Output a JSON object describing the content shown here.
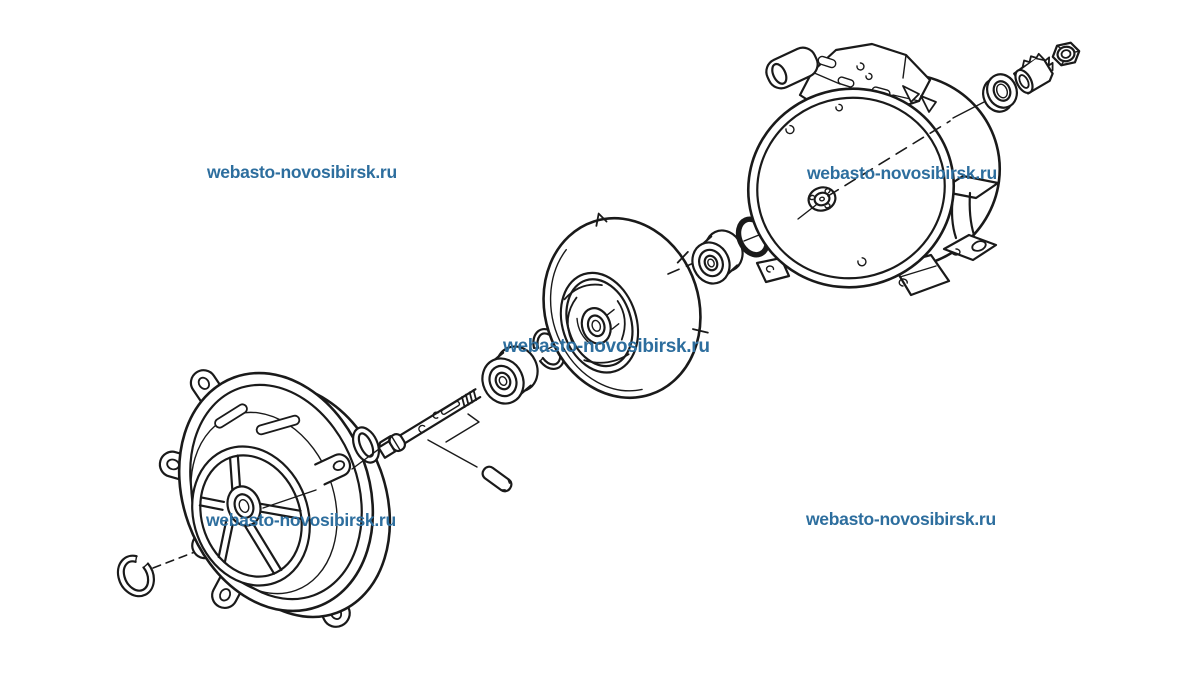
{
  "page": {
    "background_color": "#ffffff",
    "line_color": "#1a1a1a",
    "description": "Exploded-view technical line drawing of a blower motor assembly"
  },
  "watermark": {
    "text": "webasto-novosibirsk.ru",
    "color": "#2d6e9e",
    "instance_count": 5
  },
  "diagram": {
    "type": "exploded-parts-drawing",
    "parts": [
      "snap-ring",
      "bearing-bracket-cover",
      "wave-washer",
      "fan-shaft",
      "shaft-key-pin",
      "front-ball-bearing",
      "retaining-ring",
      "blower-impeller",
      "rear-ball-bearing",
      "o-ring-seal",
      "electric-motor",
      "flat-washer",
      "splined-coupler",
      "hex-nut"
    ]
  }
}
